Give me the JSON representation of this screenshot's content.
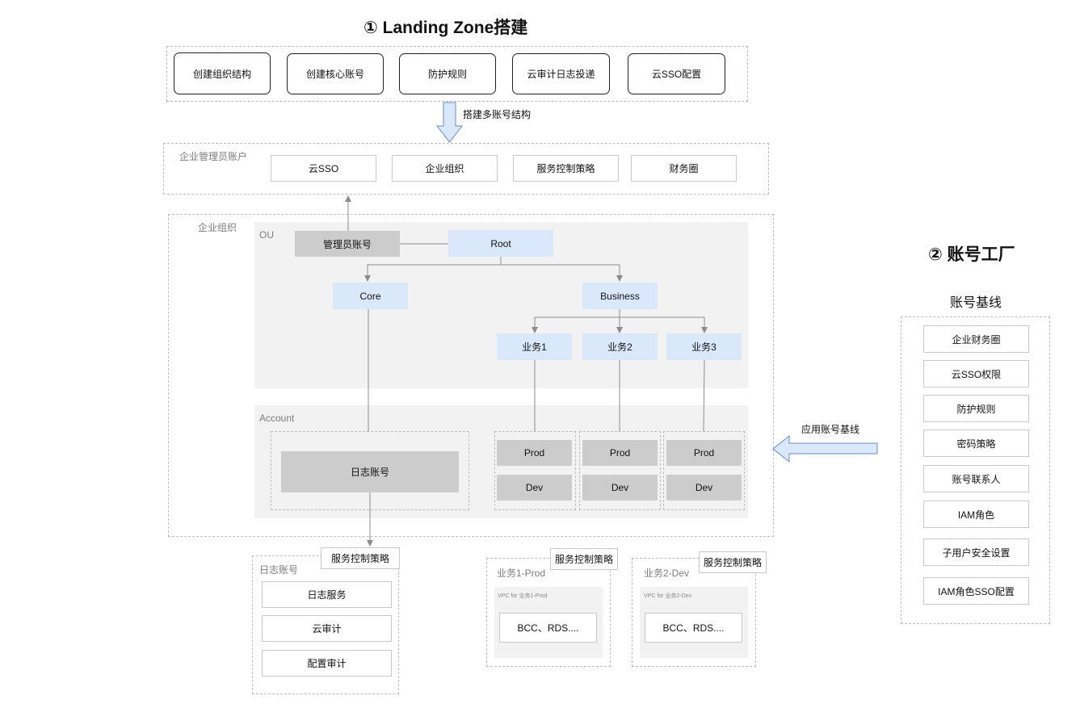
{
  "landing": {
    "title": "① Landing Zone搭建",
    "steps": [
      "创建组织结构",
      "创建核心账号",
      "防护规则",
      "云审计日志投递",
      "云SSO配置"
    ],
    "arrow_label": "搭建多账号结构"
  },
  "admin": {
    "label": "企业管理员账户",
    "items": [
      "云SSO",
      "企业组织",
      "服务控制策略",
      "财务圈"
    ]
  },
  "org": {
    "label": "企业组织",
    "ou_label": "OU",
    "admin_account": "管理员账号",
    "root": "Root",
    "core": "Core",
    "business": "Business",
    "biz_units": [
      "业务1",
      "业务2",
      "业务3"
    ],
    "account_label": "Account",
    "log_account": "日志账号",
    "prod": "Prod",
    "dev": "Dev"
  },
  "log_detail": {
    "label": "日志账号",
    "policy": "服务控制策略",
    "items": [
      "日志服务",
      "云审计",
      "配置审计"
    ]
  },
  "biz1_prod": {
    "label": "业务1-Prod",
    "policy": "服务控制策略",
    "vpc": "VPC for 业务1-Prod",
    "resources": "BCC、RDS...."
  },
  "biz2_dev": {
    "label": "业务2-Dev",
    "policy": "服务控制策略",
    "vpc": "VPC for 业务2-Dev",
    "resources": "BCC、RDS...."
  },
  "factory": {
    "title": "② 账号工厂",
    "subtitle": "账号基线",
    "apply_label": "应用账号基线",
    "items": [
      "企业财务圈",
      "云SSO权限",
      "防护规则",
      "密码策略",
      "账号联系人",
      "IAM角色",
      "子用户安全设置",
      "IAM角色SSO配置"
    ]
  },
  "colors": {
    "blue_box": "#dae8fc",
    "gray_box": "#cccccc",
    "panel_bg": "#f2f2f2",
    "arrow_fill": "#dae8fc",
    "arrow_stroke": "#6c8ebf",
    "connector": "#8c8c8c"
  }
}
